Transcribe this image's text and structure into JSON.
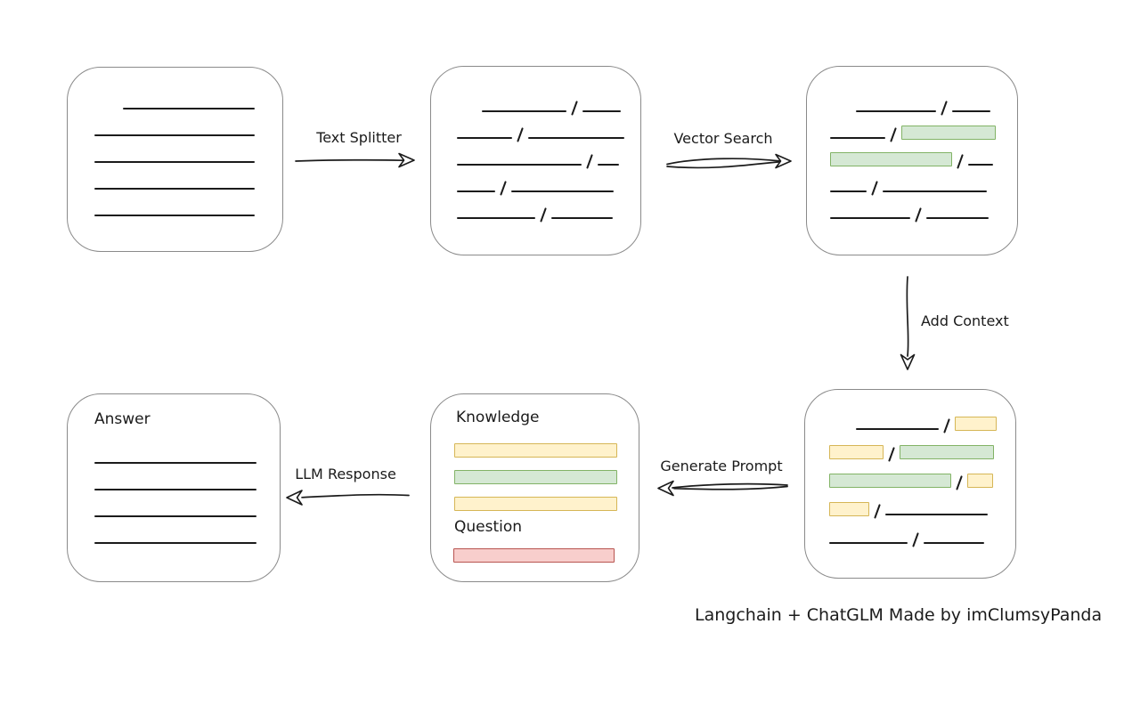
{
  "labels": {
    "text_splitter": "Text Splitter",
    "vector_search": "Vector Search",
    "add_context": "Add Context",
    "generate_prompt": "Generate Prompt",
    "llm_response": "LLM Response"
  },
  "caption": "Langchain + ChatGLM Made by imClumsyPanda",
  "colors": {
    "line": "#1b1b1b",
    "box_border": "#8a8a8a",
    "yellow_fill": "#fff2cc",
    "yellow_border": "#d6b656",
    "green_fill": "#d5e8d4",
    "green_border": "#82b366",
    "red_fill": "#f8cecc",
    "red_border": "#b85450"
  },
  "boxes": {
    "source_document": {
      "rows": [
        [
          {
            "t": "gap",
            "w": 32
          },
          {
            "t": "line",
            "w": 148
          }
        ],
        [
          {
            "t": "line",
            "w": 180
          }
        ],
        [
          {
            "t": "line",
            "w": 180
          }
        ],
        [
          {
            "t": "line",
            "w": 180
          }
        ],
        [
          {
            "t": "line",
            "w": 180
          }
        ]
      ]
    },
    "split_document": {
      "rows": [
        [
          {
            "t": "gap",
            "w": 28
          },
          {
            "t": "line",
            "w": 95
          },
          {
            "t": "slash"
          },
          {
            "t": "line",
            "w": 43
          }
        ],
        [
          {
            "t": "line",
            "w": 62
          },
          {
            "t": "slash"
          },
          {
            "t": "line",
            "w": 108
          }
        ],
        [
          {
            "t": "line",
            "w": 140
          },
          {
            "t": "slash"
          },
          {
            "t": "line",
            "w": 24
          }
        ],
        [
          {
            "t": "line",
            "w": 43
          },
          {
            "t": "slash"
          },
          {
            "t": "line",
            "w": 115
          }
        ],
        [
          {
            "t": "line",
            "w": 88
          },
          {
            "t": "slash"
          },
          {
            "t": "line",
            "w": 69
          }
        ]
      ]
    },
    "matched_chunks": {
      "rows": [
        [
          {
            "t": "gap",
            "w": 29
          },
          {
            "t": "line",
            "w": 90
          },
          {
            "t": "slash"
          },
          {
            "t": "line",
            "w": 43
          }
        ],
        [
          {
            "t": "line",
            "w": 62
          },
          {
            "t": "slash"
          },
          {
            "t": "chip",
            "c": "green",
            "w": 104
          }
        ],
        [
          {
            "t": "chip",
            "c": "green",
            "w": 135
          },
          {
            "t": "slash"
          },
          {
            "t": "line",
            "w": 28
          }
        ],
        [
          {
            "t": "line",
            "w": 41
          },
          {
            "t": "slash"
          },
          {
            "t": "line",
            "w": 117
          }
        ],
        [
          {
            "t": "line",
            "w": 90
          },
          {
            "t": "slash"
          },
          {
            "t": "line",
            "w": 70
          }
        ]
      ]
    },
    "context_chunks": {
      "rows": [
        [
          {
            "t": "gap",
            "w": 30
          },
          {
            "t": "line",
            "w": 93
          },
          {
            "t": "slash"
          },
          {
            "t": "chip",
            "c": "yellow",
            "w": 45
          }
        ],
        [
          {
            "t": "chip",
            "c": "yellow",
            "w": 59
          },
          {
            "t": "slash"
          },
          {
            "t": "chip",
            "c": "green",
            "w": 104
          }
        ],
        [
          {
            "t": "chip",
            "c": "green",
            "w": 135
          },
          {
            "t": "slash"
          },
          {
            "t": "chip",
            "c": "yellow",
            "w": 27
          }
        ],
        [
          {
            "t": "chip",
            "c": "yellow",
            "w": 43
          },
          {
            "t": "slash"
          },
          {
            "t": "line",
            "w": 115
          }
        ],
        [
          {
            "t": "line",
            "w": 88
          },
          {
            "t": "slash"
          },
          {
            "t": "line",
            "w": 68
          }
        ]
      ]
    },
    "prompt": {
      "knowledge_label": "Knowledge",
      "question_label": "Question",
      "knowledge_rows": [
        [
          {
            "t": "chip",
            "c": "yellow",
            "w": 181
          }
        ],
        [
          {
            "t": "chip",
            "c": "green",
            "w": 181
          }
        ],
        [
          {
            "t": "chip",
            "c": "yellow",
            "w": 181
          }
        ]
      ],
      "question_rows": [
        [
          {
            "t": "chip",
            "c": "red",
            "w": 179
          }
        ]
      ]
    },
    "answer": {
      "label": "Answer",
      "rows": [
        [
          {
            "t": "line",
            "w": 182
          }
        ],
        [
          {
            "t": "line",
            "w": 182
          }
        ],
        [
          {
            "t": "line",
            "w": 182
          }
        ],
        [
          {
            "t": "line",
            "w": 182
          }
        ]
      ]
    }
  }
}
